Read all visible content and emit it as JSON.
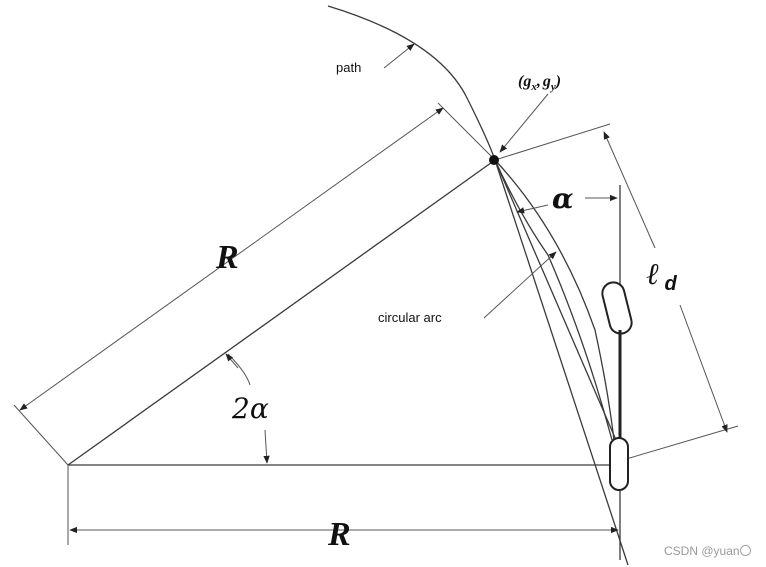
{
  "diagram": {
    "labels": {
      "path": "path",
      "goal_point_open": "(",
      "goal_gx": "g",
      "goal_x_sub": "x",
      "goal_comma": ",",
      "goal_gy": "g",
      "goal_y_sub": "y",
      "goal_point_close": ")",
      "radius_left": "R",
      "radius_bottom": "R",
      "alpha": "α",
      "two_alpha": "2α",
      "lookahead_ell": "ℓ",
      "lookahead_d": "d",
      "circular_arc": "circular arc"
    },
    "watermark": "CSDN @yuan〇"
  }
}
